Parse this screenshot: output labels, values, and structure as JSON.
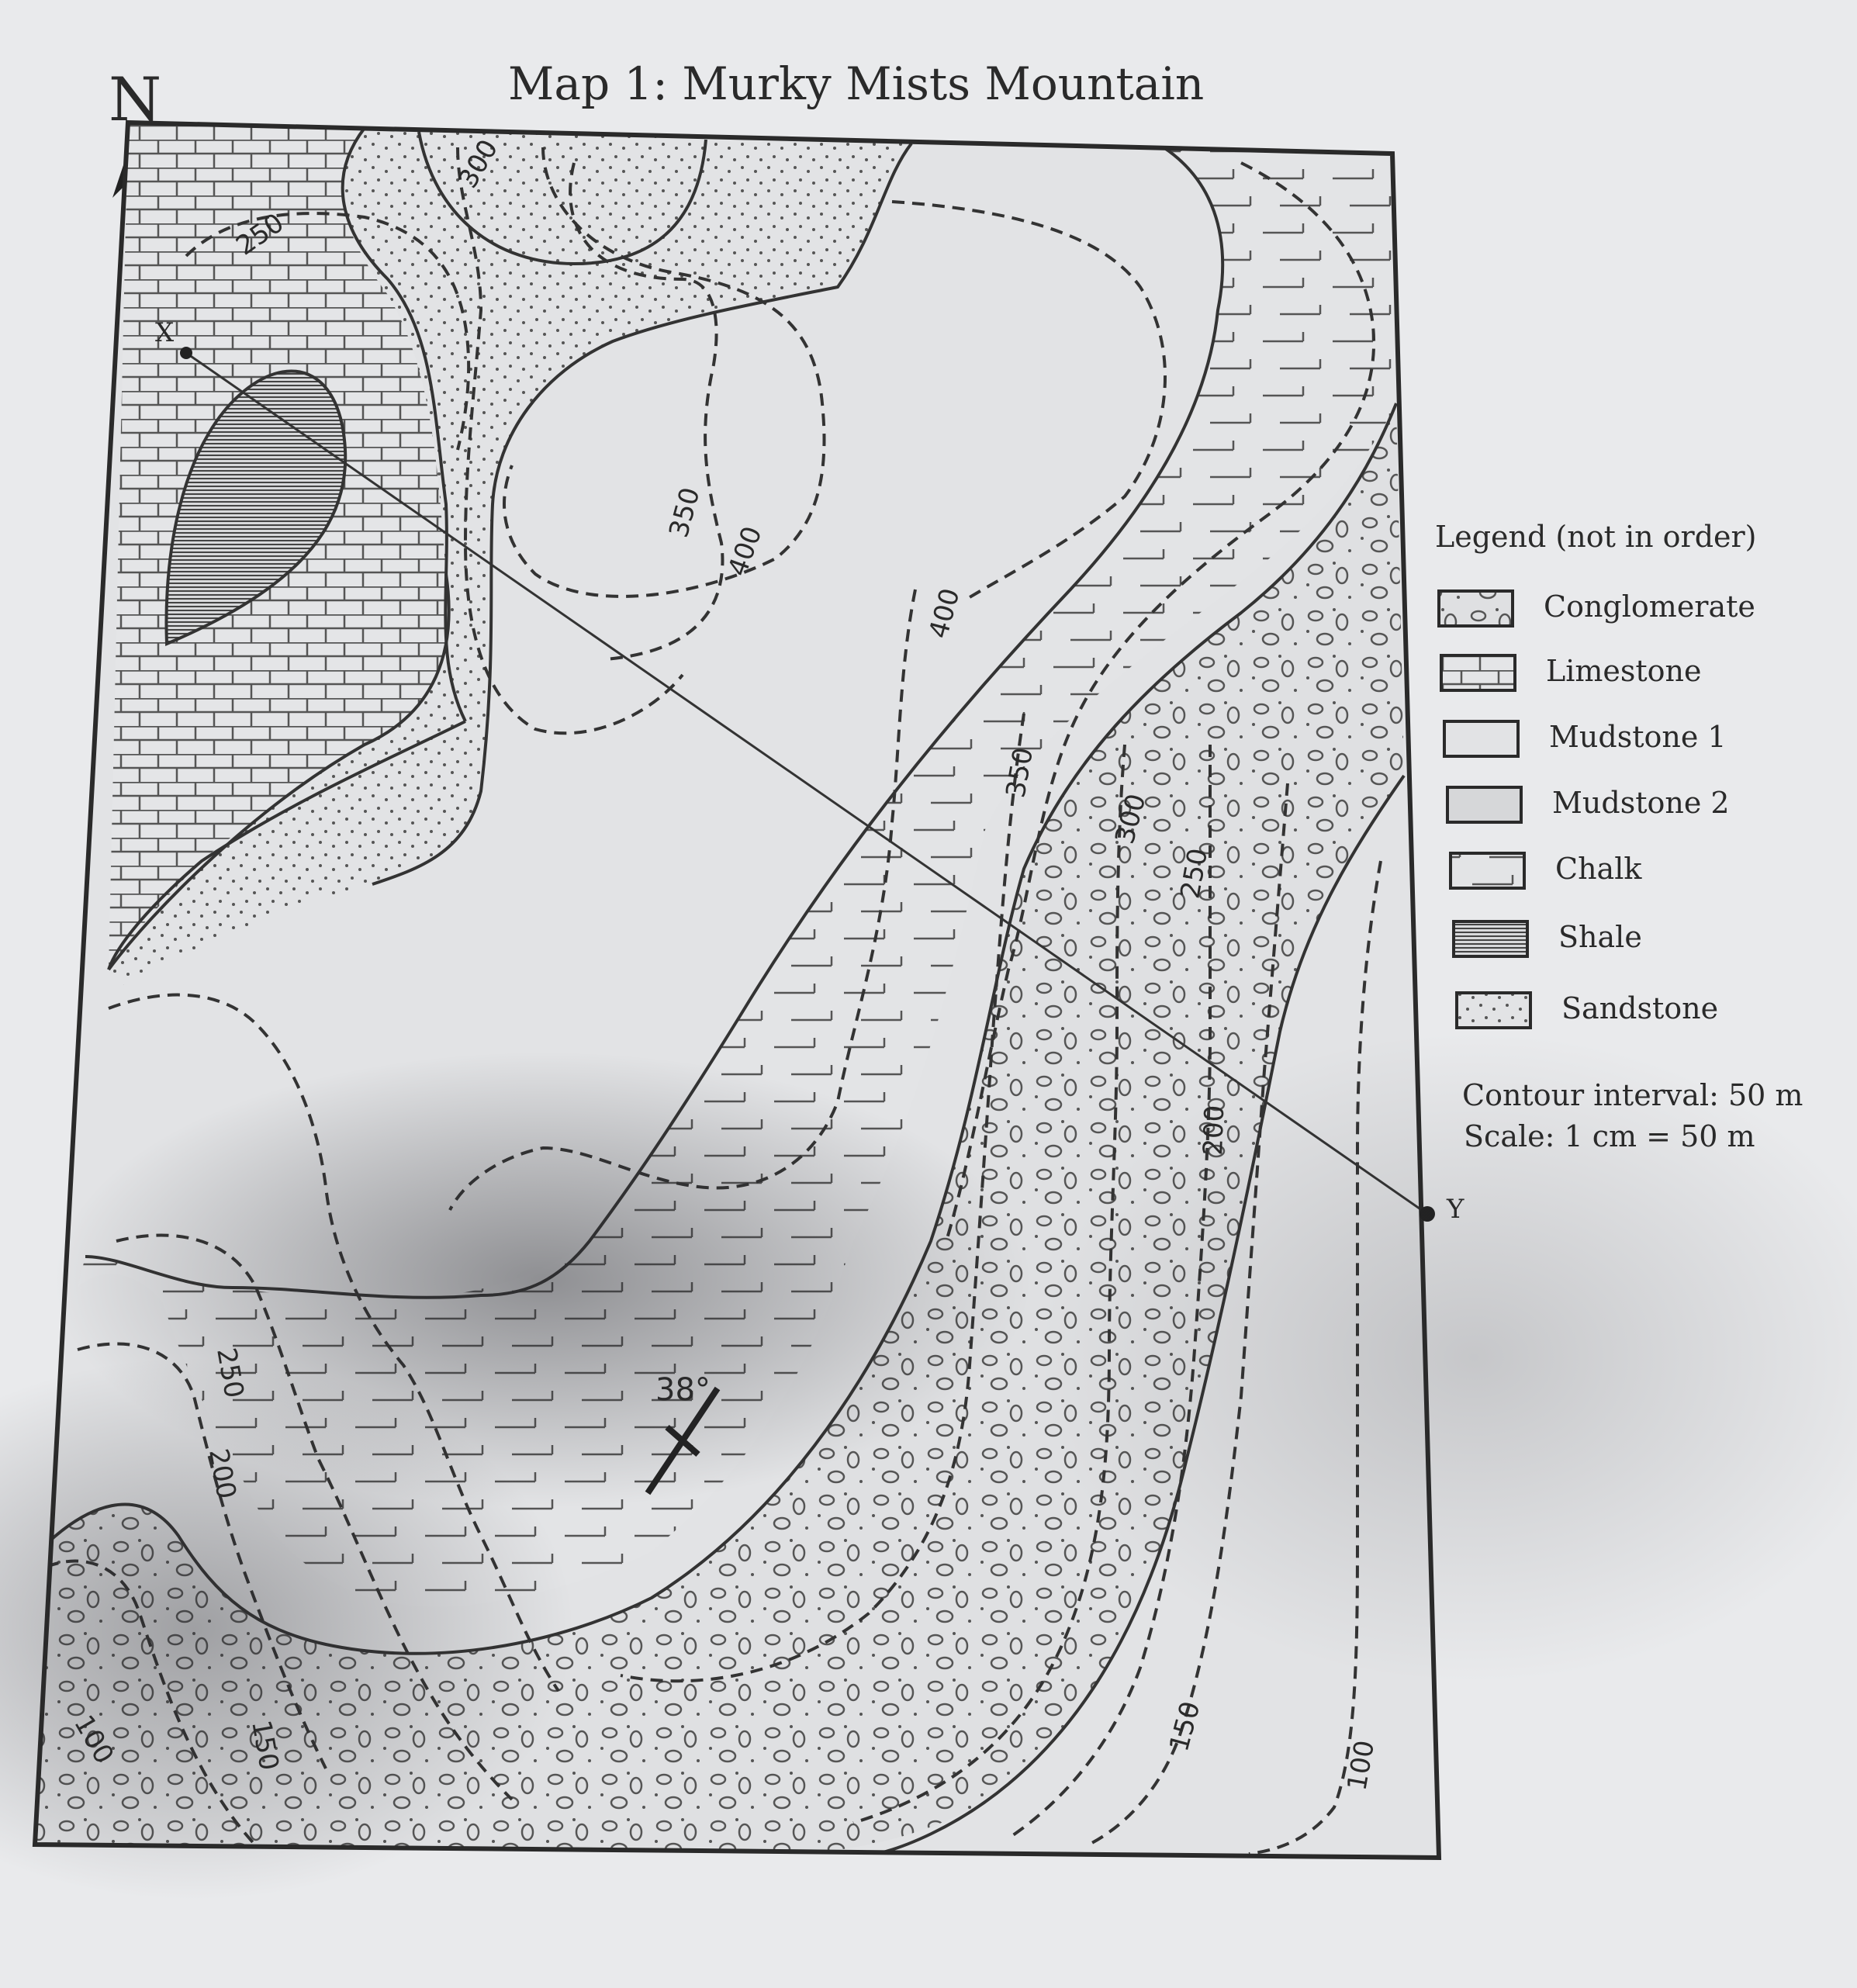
{
  "map": {
    "title": "Map 1:  Murky Mists Mountain",
    "north_label": "N",
    "section_line": {
      "start_label": "X",
      "end_label": "Y"
    },
    "dip": {
      "label": "38°",
      "value_degrees": 38
    }
  },
  "contour_labels": [
    "250",
    "300",
    "350",
    "400",
    "400",
    "350",
    "300",
    "250",
    "200",
    "150",
    "100",
    "250",
    "200",
    "150",
    "100"
  ],
  "legend": {
    "title": "Legend (not in order)",
    "items": [
      {
        "label": "Conglomerate",
        "pattern": "conglomerate"
      },
      {
        "label": "Limestone",
        "pattern": "limestone"
      },
      {
        "label": "Mudstone 1",
        "pattern": "mudstone-1"
      },
      {
        "label": "Mudstone 2",
        "pattern": "mudstone-2"
      },
      {
        "label": "Chalk",
        "pattern": "chalk"
      },
      {
        "label": "Shale",
        "pattern": "shale"
      },
      {
        "label": "Sandstone",
        "pattern": "sandstone"
      }
    ]
  },
  "info": {
    "contour_interval": "Contour interval: 50 m",
    "scale": "Scale: 1 cm = 50 m"
  },
  "colors": {
    "paper": "#e9eaec",
    "ink": "#333333"
  }
}
